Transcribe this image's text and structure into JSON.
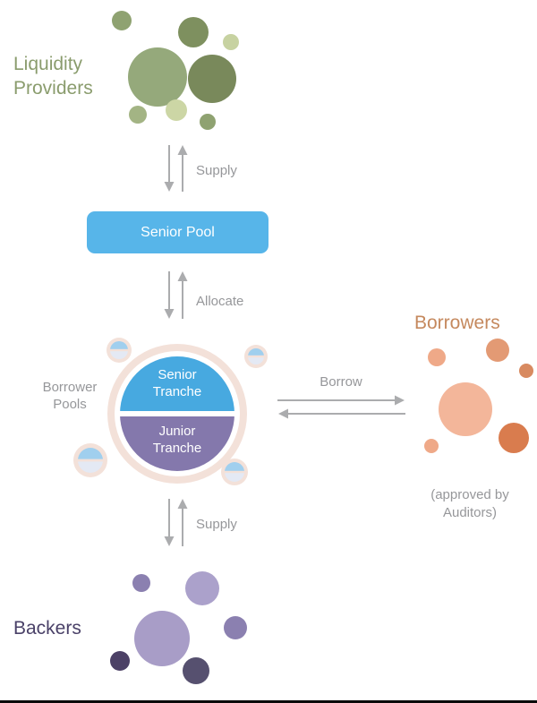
{
  "colors": {
    "bg": "#ffffff",
    "pool-blue": "#57b5e9",
    "tranche-blue": "#47a9e0",
    "tranche-purple": "#8478ac",
    "ring-cream": "#f3e1d9",
    "mini-top": "#a0cfee",
    "mini-bottom": "#e4e9f4",
    "arrow-gray": "#abacae",
    "label-gray": "#96979a",
    "liquidity-green": "#8a9c6d",
    "borrowers-orange": "#c5895e",
    "backers-purple": "#4a4168"
  },
  "labels": {
    "liquidity_providers": "Liquidity Providers",
    "supply": "Supply",
    "senior_pool": "Senior Pool",
    "allocate": "Allocate",
    "borrower_pools": "Borrower Pools",
    "senior_tranche": "Senior Tranche",
    "junior_tranche": "Junior Tranche",
    "borrow": "Borrow",
    "borrowers": "Borrowers",
    "approved_by_auditors": "(approved by Auditors)",
    "backers": "Backers"
  }
}
